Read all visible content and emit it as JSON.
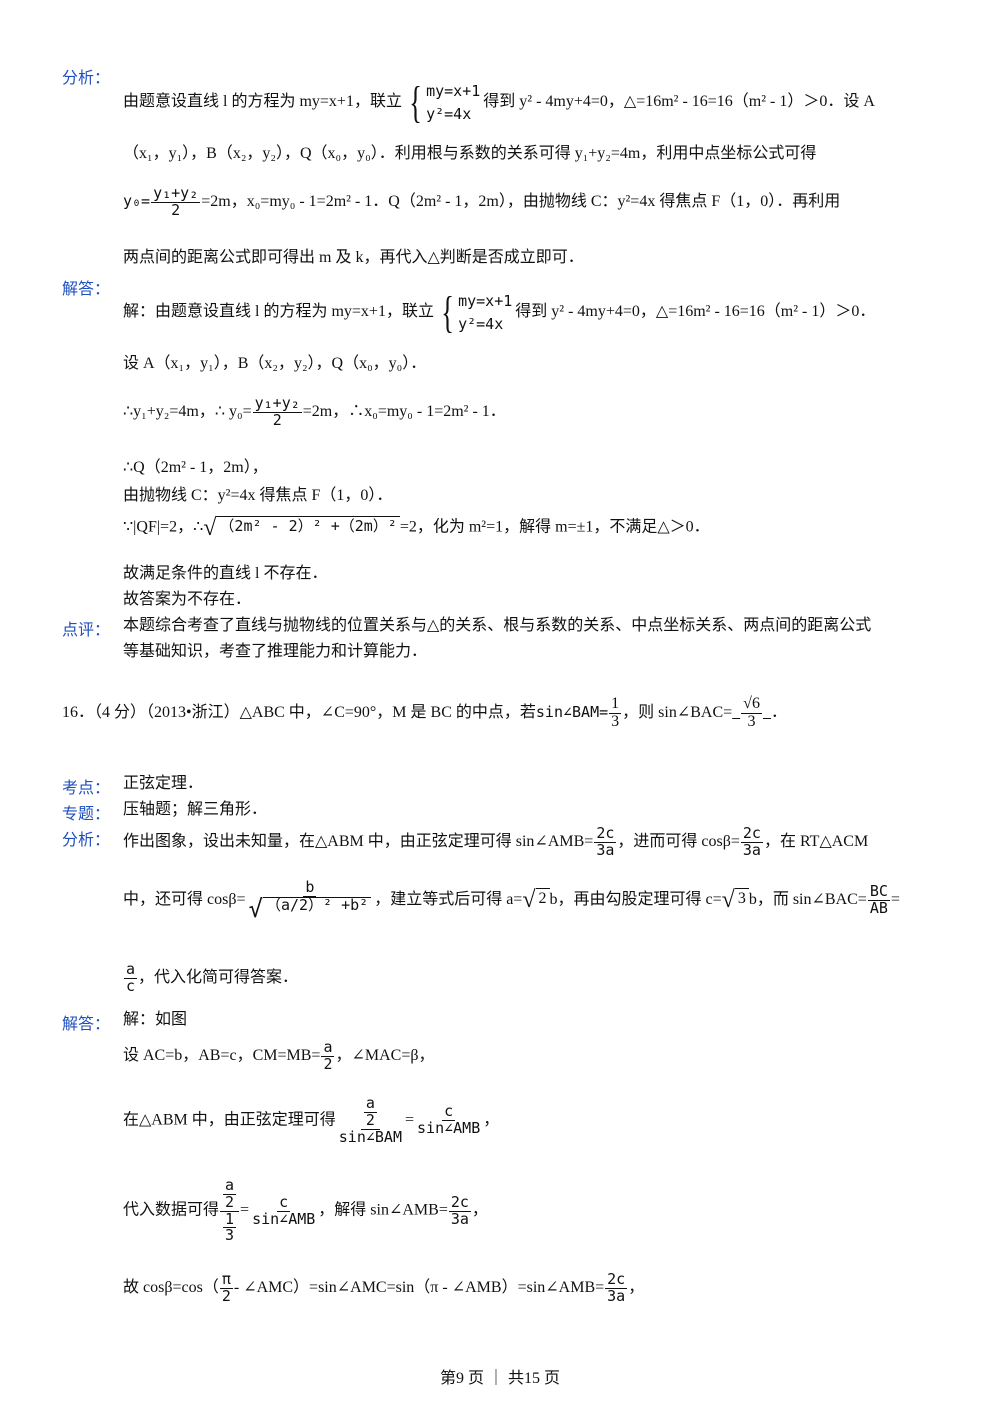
{
  "labels": {
    "fenxi": "分析：",
    "jieda": "解答：",
    "dianping": "点评：",
    "kaodian": "考点：",
    "zhuanti": "专题："
  },
  "p15": {
    "a1": "由题意设直线 l 的方程为 my=x+1，联立",
    "sys1": "my=x+1",
    "sys2": "y²=4x",
    "a1b": "得到 y² - 4my+4=0，△=16m² - 16=16（m² - 1）＞0．设 A",
    "a2": "（x₁，y₁），B（x₂，y₂），Q（x₀，y₀）．利用根与系数的关系可得 y₁+y₂=4m，利用中点坐标公式可得",
    "a3_pre": "y₀=",
    "a3_num": "y₁+y₂",
    "a3_den": "2",
    "a3_post": "=2m，x₀=my₀ - 1=2m² - 1．Q（2m² - 1，2m），由抛物线 C：y²=4x 得焦点 F（1，0）．再利用",
    "a4": "两点间的距离公式即可得出 m 及 k，再代入△判断是否成立即可．",
    "s1": "解：由题意设直线 l 的方程为 my=x+1，联立",
    "s1b": "得到 y² - 4my+4=0，△=16m² - 16=16（m² - 1）＞0．",
    "s2": "设 A（x₁，y₁），B（x₂，y₂），Q（x₀，y₀）．",
    "s3_pre": "∴y₁+y₂=4m，∴ y₀=",
    "s3_post": "=2m，∴x₀=my₀ - 1=2m² - 1．",
    "s4": "∴Q（2m² - 1，2m），",
    "s5": "由抛物线 C：y²=4x 得焦点 F（1，0）．",
    "s6_pre": "∵|QF|=2，∴",
    "s6_rad": "（2m² - 2）² +（2m）²",
    "s6_post": "=2，化为 m²=1，解得 m=±1，不满足△＞0．",
    "s7": "故满足条件的直线 l 不存在．",
    "s8": "故答案为不存在．",
    "c1": "本题综合考查了直线与抛物线的位置关系与△的关系、根与系数的关系、中点坐标关系、两点间的距离公式",
    "c2": "等基础知识，考查了推理能力和计算能力．"
  },
  "p16": {
    "q_pre": "16．（4 分）（2013•浙江）△ABC 中，∠C=90°，M 是 BC 的中点，若",
    "q_sin": "sin∠BAM=",
    "q_num": "1",
    "q_den": "3",
    "q_mid": "，则 sin∠BAC=",
    "ans_num": "√6",
    "ans_den": "3",
    "q_end": "．",
    "kaodian": "正弦定理．",
    "zhuanti": "压轴题；解三角形．",
    "f1_pre": "作出图象，设出未知量，在△ABM 中，由正弦定理可得 sin∠AMB=",
    "f1_num": "2c",
    "f1_den": "3a",
    "f1_mid": "，进而可得 cosβ=",
    "f1_post": "，在 RT△ACM",
    "f2_pre": "中，还可得 cosβ=",
    "f2_num": "b",
    "f2_rad": "（a/2）² +b²",
    "f2_mid": "，建立等式后可得 a=",
    "f2_sqrt2": "2",
    "f2_mid2": "b，再由勾股定理可得 c=",
    "f2_sqrt3": "3",
    "f2_mid3": "b，而 sin∠BAC=",
    "f2_fn": "BC",
    "f2_fd": "AB",
    "f2_eq": "=",
    "f3_num": "a",
    "f3_den": "c",
    "f3_post": "，代入化简可得答案．",
    "j1": "解：如图",
    "j2_pre": "设 AC=b，AB=c，CM=MB=",
    "j2_post": "，∠MAC=β，",
    "j3_pre": "在△ABM 中，由正弦定理可得",
    "j3_d1": "sin∠BAM",
    "j3_n2": "c",
    "j3_d2": "sin∠AMB",
    "j3_post": "，",
    "j4_pre": "代入数据可得",
    "j4_mid": "，解得 sin∠AMB=",
    "j4_post": "，",
    "j5_pre": "故 cosβ=cos（",
    "j5_n": "π",
    "j5_d": "2",
    "j5_post": "- ∠AMC）=sin∠AMC=sin（π - ∠AMB）=sin∠AMB=",
    "j5_end": "，",
    "a": "a",
    "two": "2",
    "one": "1",
    "three": "3",
    "eq": "="
  },
  "footer": "第9 页 ｜ 共15 页"
}
